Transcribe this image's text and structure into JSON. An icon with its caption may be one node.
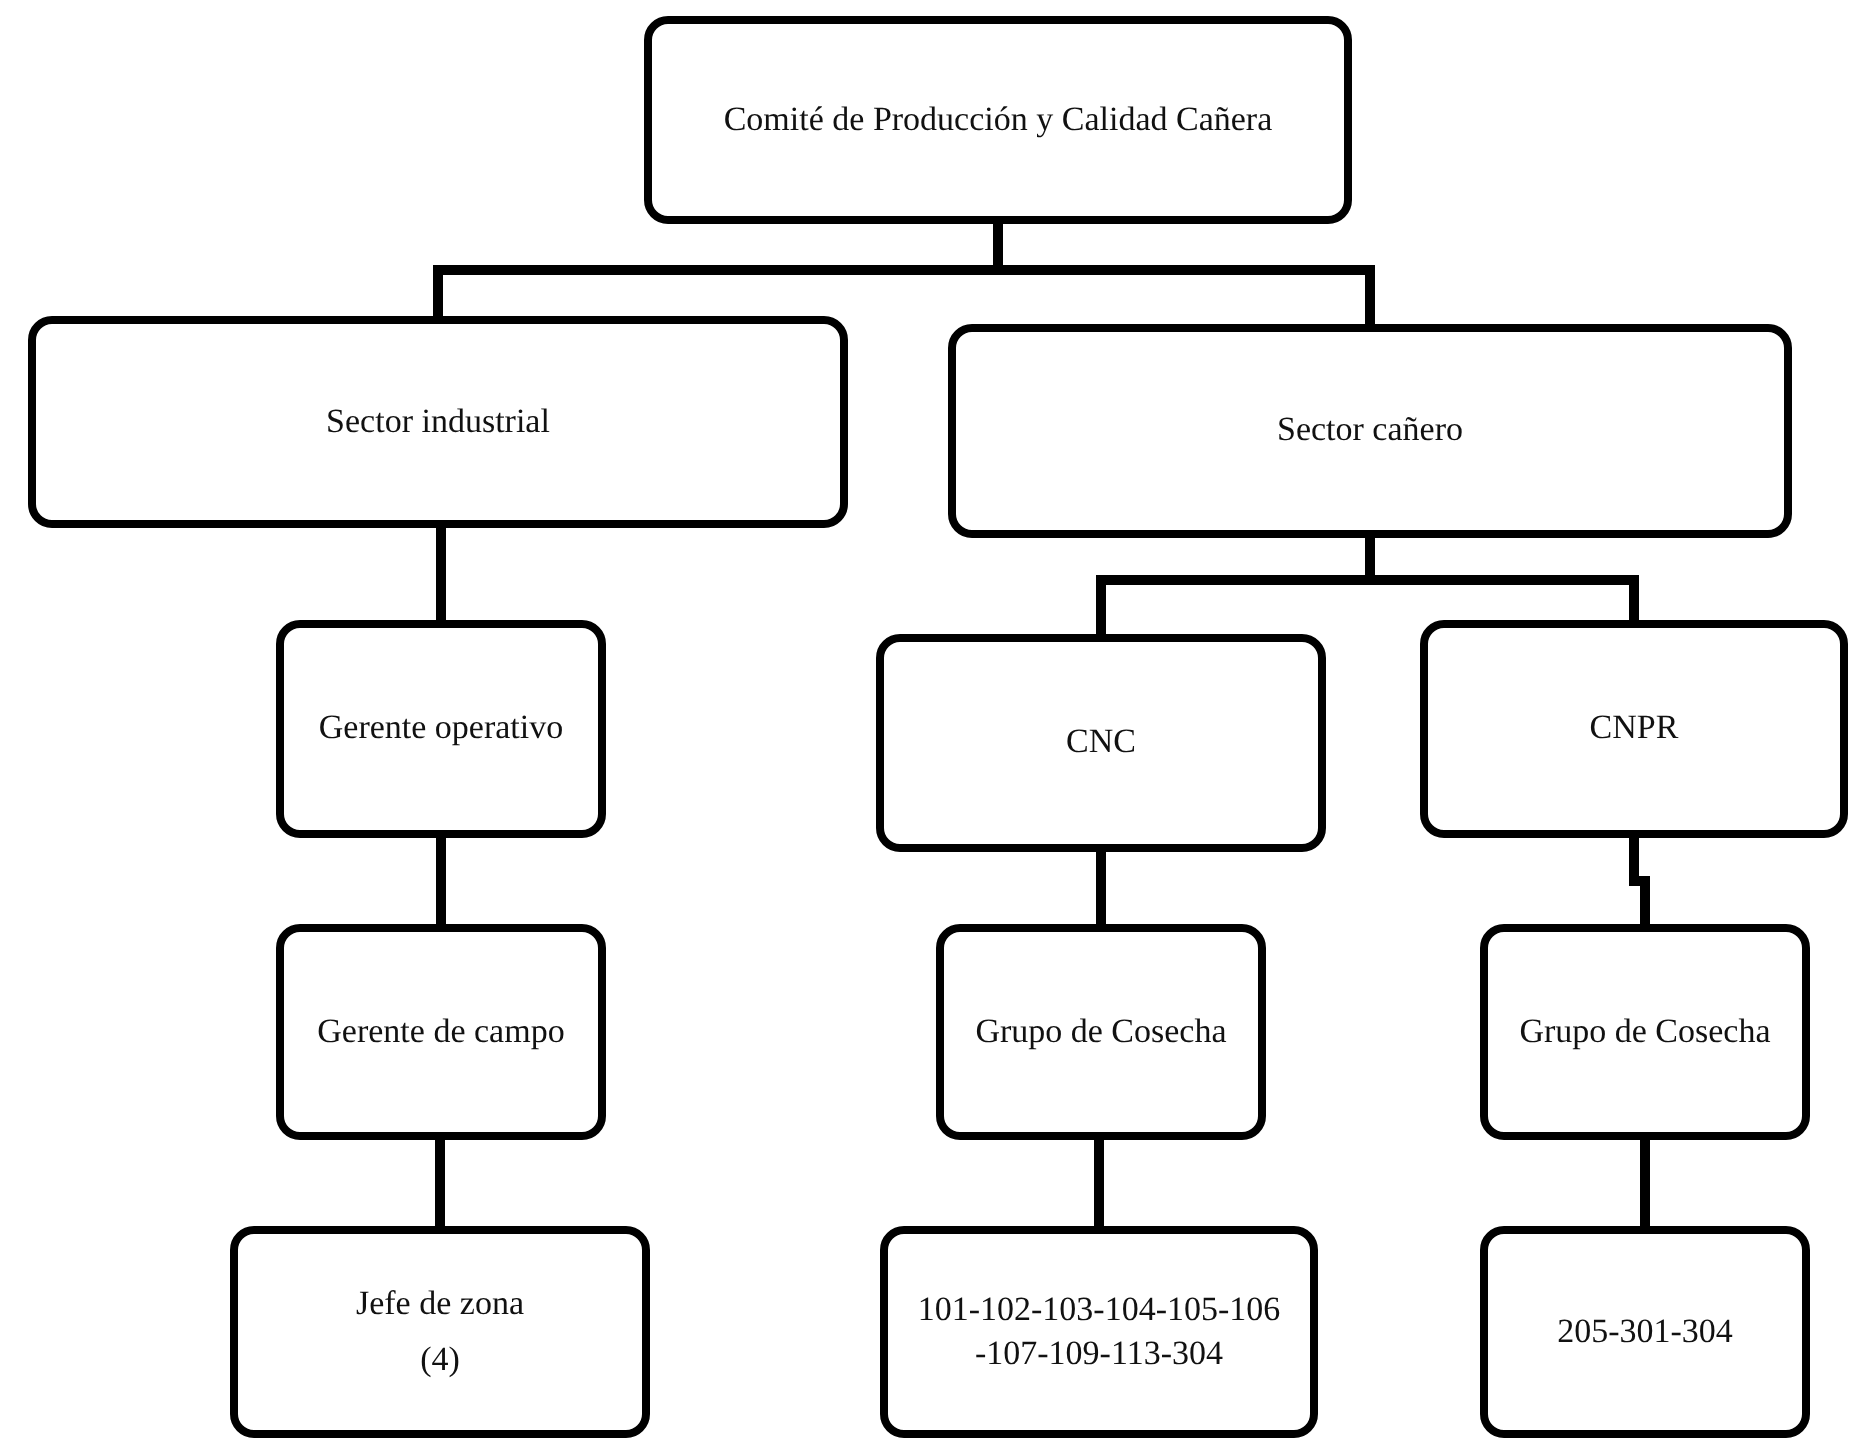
{
  "diagram": {
    "nodes": [
      {
        "text": [
          "Comité de Producción y Calidad Cañera"
        ]
      },
      {
        "text": [
          "Sector industrial"
        ]
      },
      {
        "text": [
          "Sector cañero"
        ]
      },
      {
        "text": [
          "Gerente operativo"
        ]
      },
      {
        "text": [
          "CNC"
        ]
      },
      {
        "text": [
          "CNPR"
        ]
      },
      {
        "text": [
          "Gerente de campo"
        ]
      },
      {
        "text": [
          "Grupo de Cosecha"
        ]
      },
      {
        "text": [
          "Grupo de Cosecha"
        ]
      },
      {
        "text": [
          "Jefe de zona",
          "(4)"
        ]
      },
      {
        "text": [
          "101-102-103-104-105-106-107-109-113-304"
        ]
      },
      {
        "text": [
          "205-301-304"
        ]
      }
    ],
    "edges": [
      {
        "from": 0,
        "to": 1,
        "arrow": "none"
      },
      {
        "from": 0,
        "to": 2,
        "arrow": "none"
      },
      {
        "from": 1,
        "to": 3,
        "arrow": "none"
      },
      {
        "from": 2,
        "to": 4,
        "arrow": "none"
      },
      {
        "from": 2,
        "to": 5,
        "arrow": "none"
      },
      {
        "from": 3,
        "to": 6,
        "arrow": "none"
      },
      {
        "from": 6,
        "to": 9,
        "arrow": "none"
      },
      {
        "from": 4,
        "to": 7,
        "arrow": "none"
      },
      {
        "from": 7,
        "to": 10,
        "arrow": "none"
      },
      {
        "from": 5,
        "to": 8,
        "arrow": "none"
      },
      {
        "from": 8,
        "to": 11,
        "arrow": "none"
      }
    ]
  }
}
